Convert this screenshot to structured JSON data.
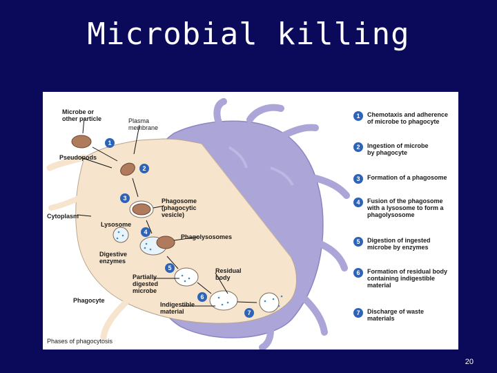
{
  "slide": {
    "title": "Microbial killing",
    "page_number": "20"
  },
  "figure": {
    "labels": {
      "microbe": "Microbe or\nother particle",
      "plasma_membrane": "Plasma\nmembrane",
      "pseudopods": "Pseudopods",
      "phagosome": "Phagosome\n(phagocytic\nvesicle)",
      "cytoplasm": "Cytoplasm",
      "lysosome": "Lysosome",
      "phagolysosomes": "Phagolysosomes",
      "digestive_enzymes": "Digestive\nenzymes",
      "residual_body": "Residual\nbody",
      "partially_digested": "Partially\ndigested\nmicrobe",
      "phagocyte": "Phagocyte",
      "indigestible": "Indigestible\nmaterial"
    },
    "caption": "Phases of phagocytosis",
    "steps": [
      {
        "num": "1",
        "text": "Chemotaxis and adherence\nof microbe to phagocyte"
      },
      {
        "num": "2",
        "text": "Ingestion of microbe\nby phagocyte"
      },
      {
        "num": "3",
        "text": "Formation of a phagosome"
      },
      {
        "num": "4",
        "text": "Fusion of the phagosome\nwith a lysosome to form a\nphagolysosome"
      },
      {
        "num": "5",
        "text": "Digestion of ingested\nmicrobe by enzymes"
      },
      {
        "num": "6",
        "text": "Formation of residual body\ncontaining indigestible\nmaterial"
      },
      {
        "num": "7",
        "text": "Discharge of waste\nmaterials"
      }
    ],
    "colors": {
      "background": "#0b0a5a",
      "cell_outer": "#a9a3d6",
      "cell_inner": "#f7e4cc",
      "step_badge": "#2f63b8",
      "microbe": "#b07a5c"
    }
  }
}
